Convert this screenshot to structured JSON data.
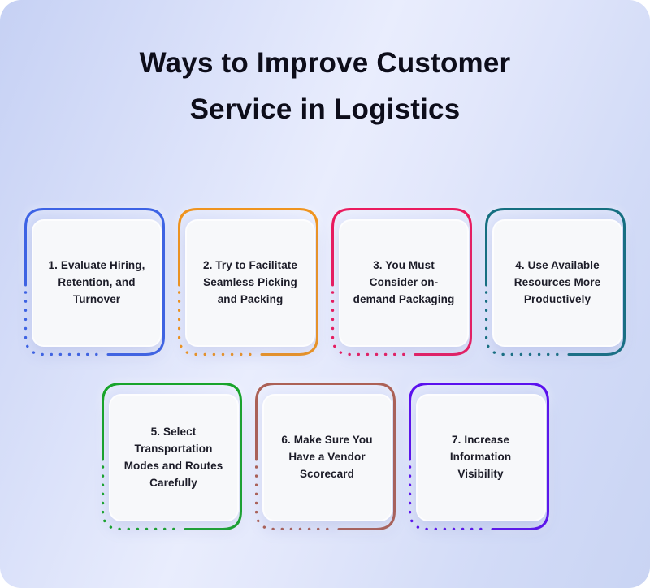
{
  "title": {
    "line1": "Ways to Improve Customer",
    "line2": "Service in Logistics"
  },
  "cards": [
    {
      "label": "1. Evaluate Hiring, Retention, and Turnover",
      "color": "#3D63E5"
    },
    {
      "label": "2. Try to Facilitate Seamless Picking and Packing",
      "color": "#EF941F"
    },
    {
      "label": "3. You Must Consider on-demand Packaging",
      "color": "#EA1B5F"
    },
    {
      "label": "4. Use Available Resources More Productively",
      "color": "#156F80"
    },
    {
      "label": "5. Select Transportation Modes and Routes Carefully",
      "color": "#18A42B"
    },
    {
      "label": "6. Make Sure You Have a Vendor Scorecard",
      "color": "#AC6156"
    },
    {
      "label": "7. Increase Information Visibility",
      "color": "#5B11EE"
    }
  ],
  "colors": {
    "title_text": "#0D0D1A",
    "card_text": "#1C1C28",
    "card_background": "#F7F8FA",
    "background_top_left": "#C6D1F4",
    "background_center": "#E9EDFD"
  }
}
